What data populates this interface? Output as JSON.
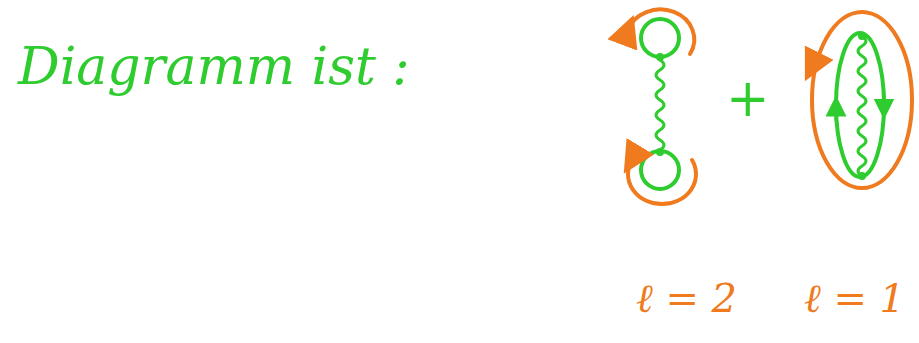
{
  "diagram": {
    "labels": [
      "Diagramm ist :",
      "+",
      "ℓ = 2",
      "ℓ = 1"
    ]
  }
}
